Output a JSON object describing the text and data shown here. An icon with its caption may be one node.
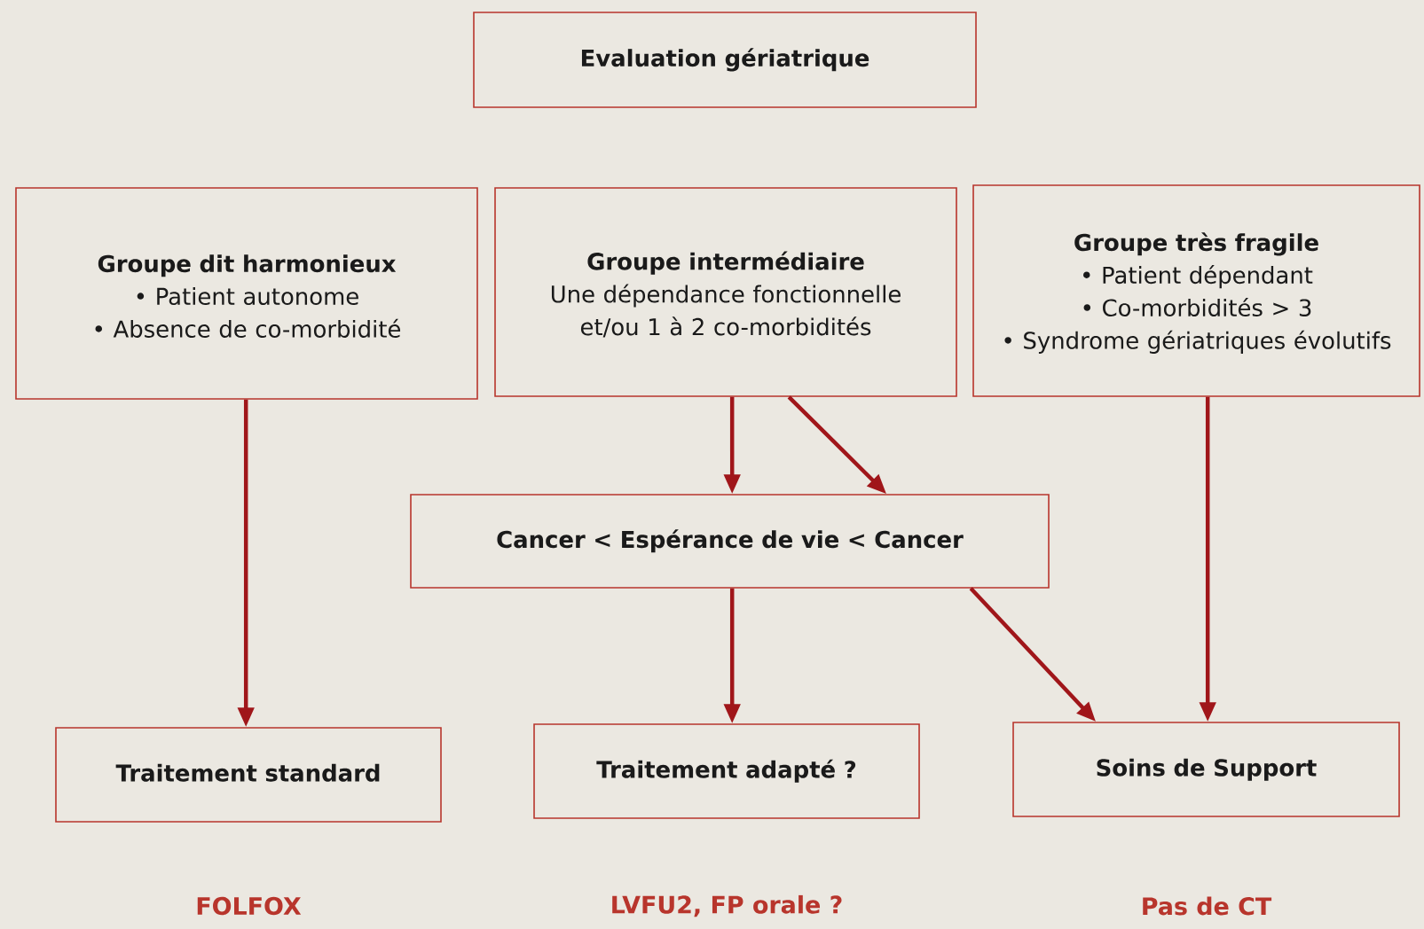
{
  "diagram": {
    "nodes": [
      {
        "text": [
          "Evaluation gériatrique"
        ]
      },
      {
        "text": [
          "Groupe dit harmonieux",
          "• Patient autonome",
          "• Absence de co-morbidité"
        ]
      },
      {
        "text": [
          "Groupe intermédiaire",
          "Une dépendance fonctionnelle et/ou 1 à 2 co-morbidités"
        ]
      },
      {
        "text": [
          "Groupe très fragile",
          "• Patient dépendant",
          "• Co-morbidités > 3",
          "• Syndrome gériatriques évolutifs"
        ]
      },
      {
        "text": [
          "Cancer < Espérance de vie < Cancer"
        ]
      },
      {
        "text": [
          "Traitement standard"
        ],
        "beside": [
          "FOLFOX"
        ]
      },
      {
        "text": [
          "Traitement adapté ?"
        ],
        "beside": [
          "LVFU2, FP orale ?"
        ]
      },
      {
        "text": [
          "Soins de Support"
        ],
        "beside": [
          "Pas de CT"
        ]
      }
    ],
    "edges": [
      {
        "from": 1,
        "to": 5,
        "arrow": "to"
      },
      {
        "from": 2,
        "to": 4,
        "arrow": "to"
      },
      {
        "from": 2,
        "to": 4,
        "arrow": "to"
      },
      {
        "from": 4,
        "to": 6,
        "arrow": "to"
      },
      {
        "from": 4,
        "to": 7,
        "arrow": "to"
      },
      {
        "from": 3,
        "to": 7,
        "arrow": "to"
      }
    ]
  }
}
